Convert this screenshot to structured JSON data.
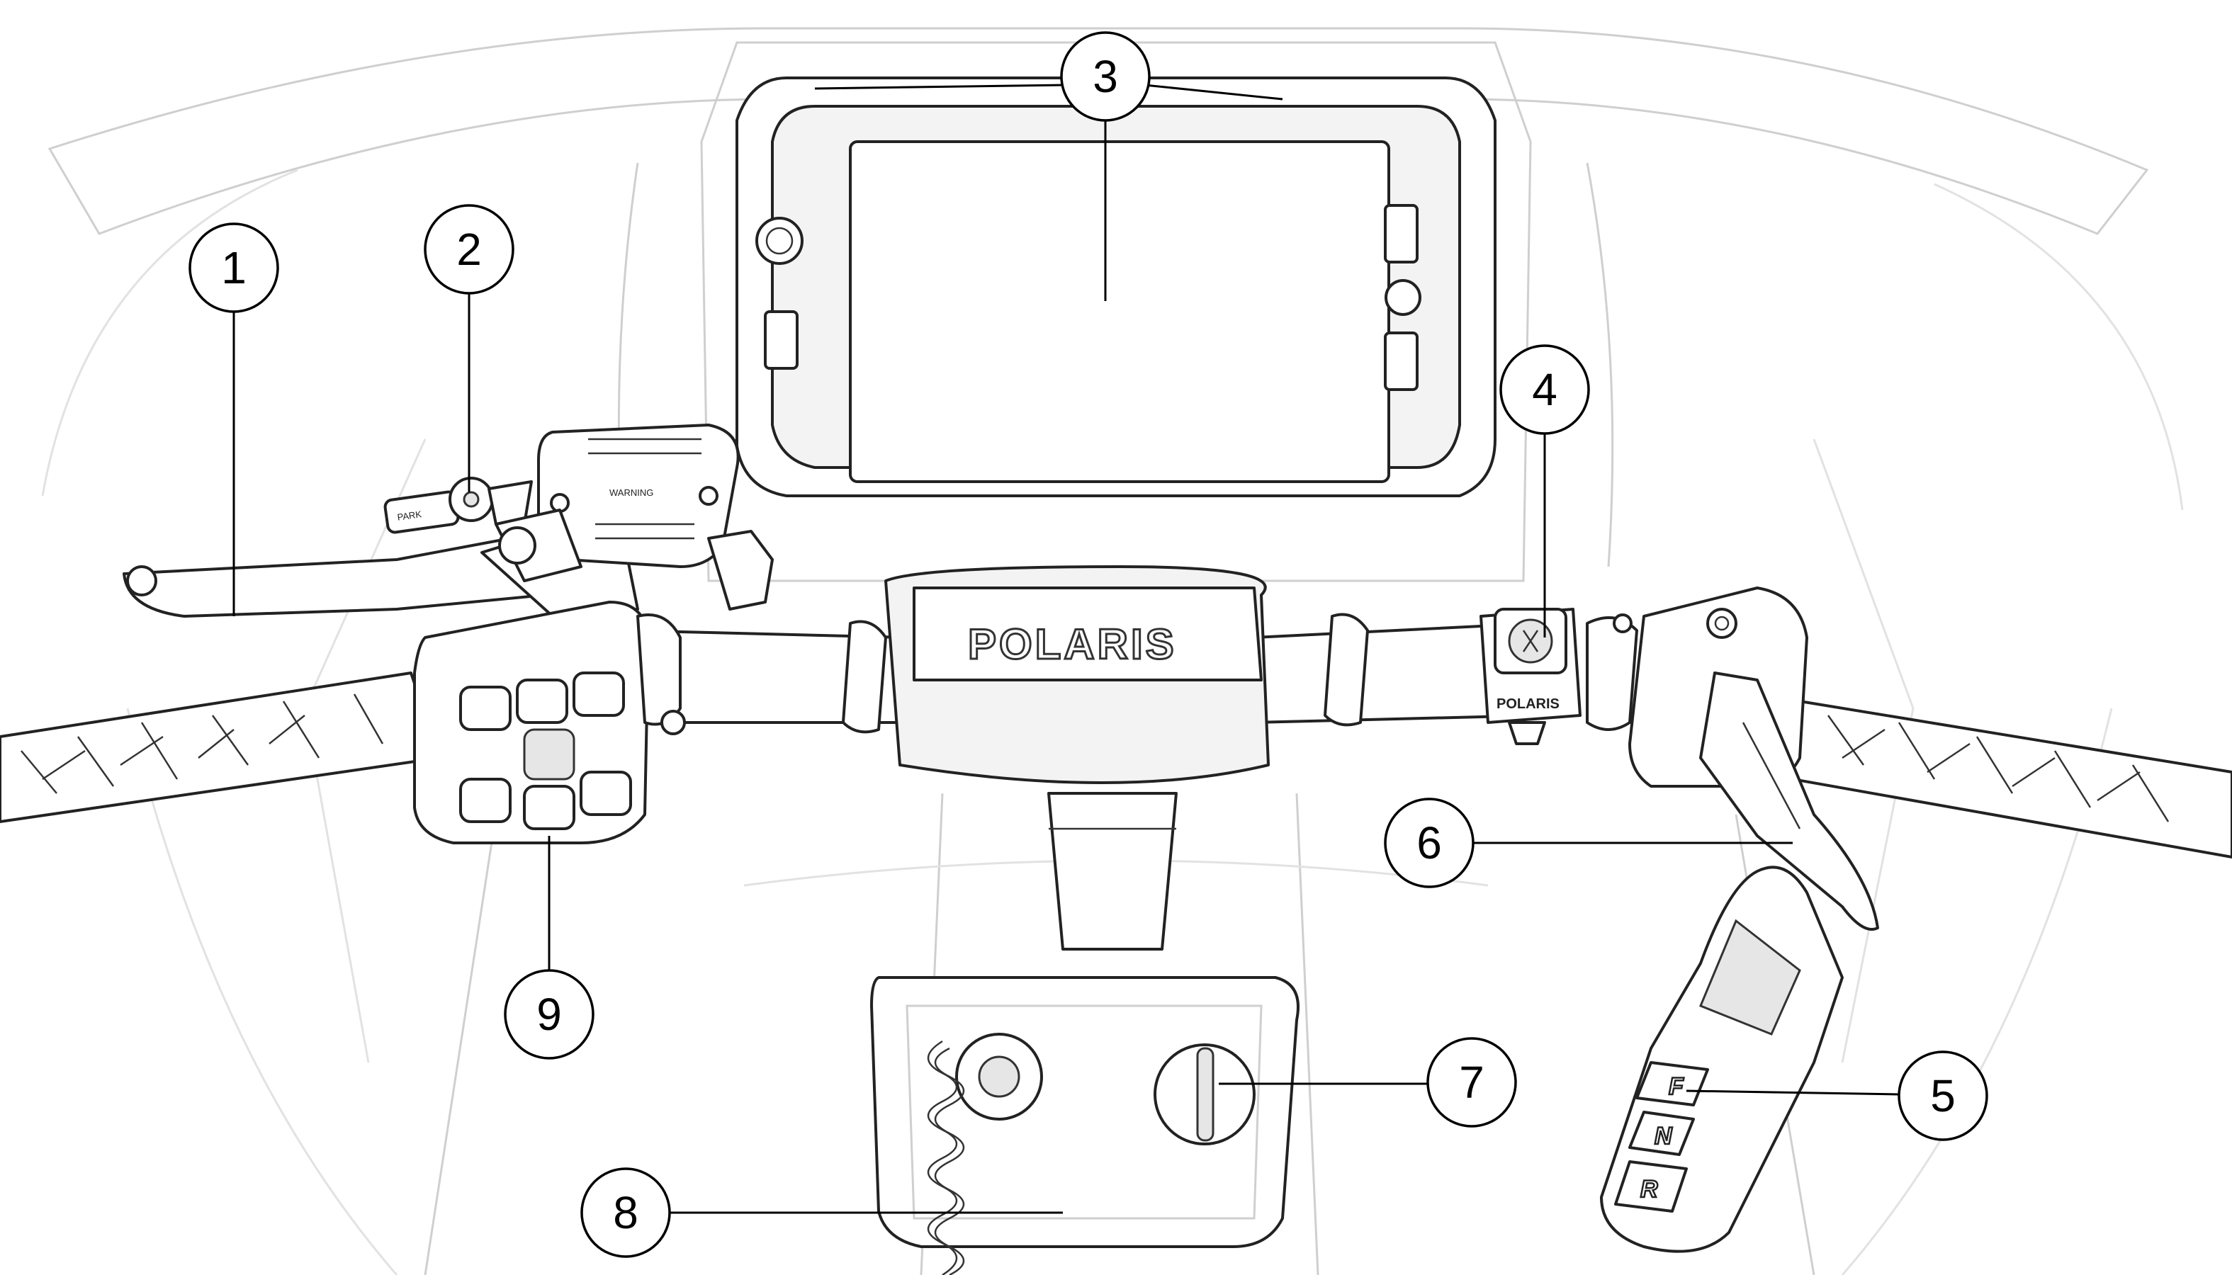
{
  "diagram": {
    "callouts": [
      {
        "number": "1"
      },
      {
        "number": "2"
      },
      {
        "number": "3"
      },
      {
        "number": "4"
      },
      {
        "number": "5"
      },
      {
        "number": "6"
      },
      {
        "number": "7"
      },
      {
        "number": "8"
      },
      {
        "number": "9"
      }
    ],
    "labels": {
      "brand": "POLARIS",
      "switch_brand": "POLARIS",
      "reservoir_warning": "WARNING",
      "gear_f": "F",
      "gear_n": "N",
      "gear_r": "R"
    }
  }
}
